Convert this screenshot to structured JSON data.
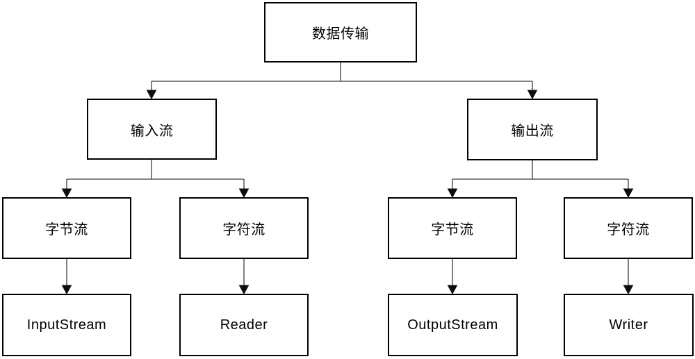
{
  "diagram": {
    "background_color": "#ffffff",
    "node_border_color": "#000000",
    "node_fill_color": "#ffffff",
    "connector_color": "#3b3b3b",
    "text_color": "#000000",
    "nodes": {
      "root": {
        "label": "数据传输"
      },
      "input": {
        "label": "输入流"
      },
      "output": {
        "label": "输出流"
      },
      "input_byte": {
        "label": "字节流"
      },
      "input_char": {
        "label": "字符流"
      },
      "output_byte": {
        "label": "字节流"
      },
      "output_char": {
        "label": "字符流"
      },
      "input_stream_class": {
        "label": "InputStream"
      },
      "reader_class": {
        "label": "Reader"
      },
      "output_stream_class": {
        "label": "OutputStream"
      },
      "writer_class": {
        "label": "Writer"
      }
    },
    "edges": [
      {
        "from": "root",
        "to": "input"
      },
      {
        "from": "root",
        "to": "output"
      },
      {
        "from": "input",
        "to": "input_byte"
      },
      {
        "from": "input",
        "to": "input_char"
      },
      {
        "from": "output",
        "to": "output_byte"
      },
      {
        "from": "output",
        "to": "output_char"
      },
      {
        "from": "input_byte",
        "to": "input_stream_class"
      },
      {
        "from": "input_char",
        "to": "reader_class"
      },
      {
        "from": "output_byte",
        "to": "output_stream_class"
      },
      {
        "from": "output_char",
        "to": "writer_class"
      }
    ]
  }
}
